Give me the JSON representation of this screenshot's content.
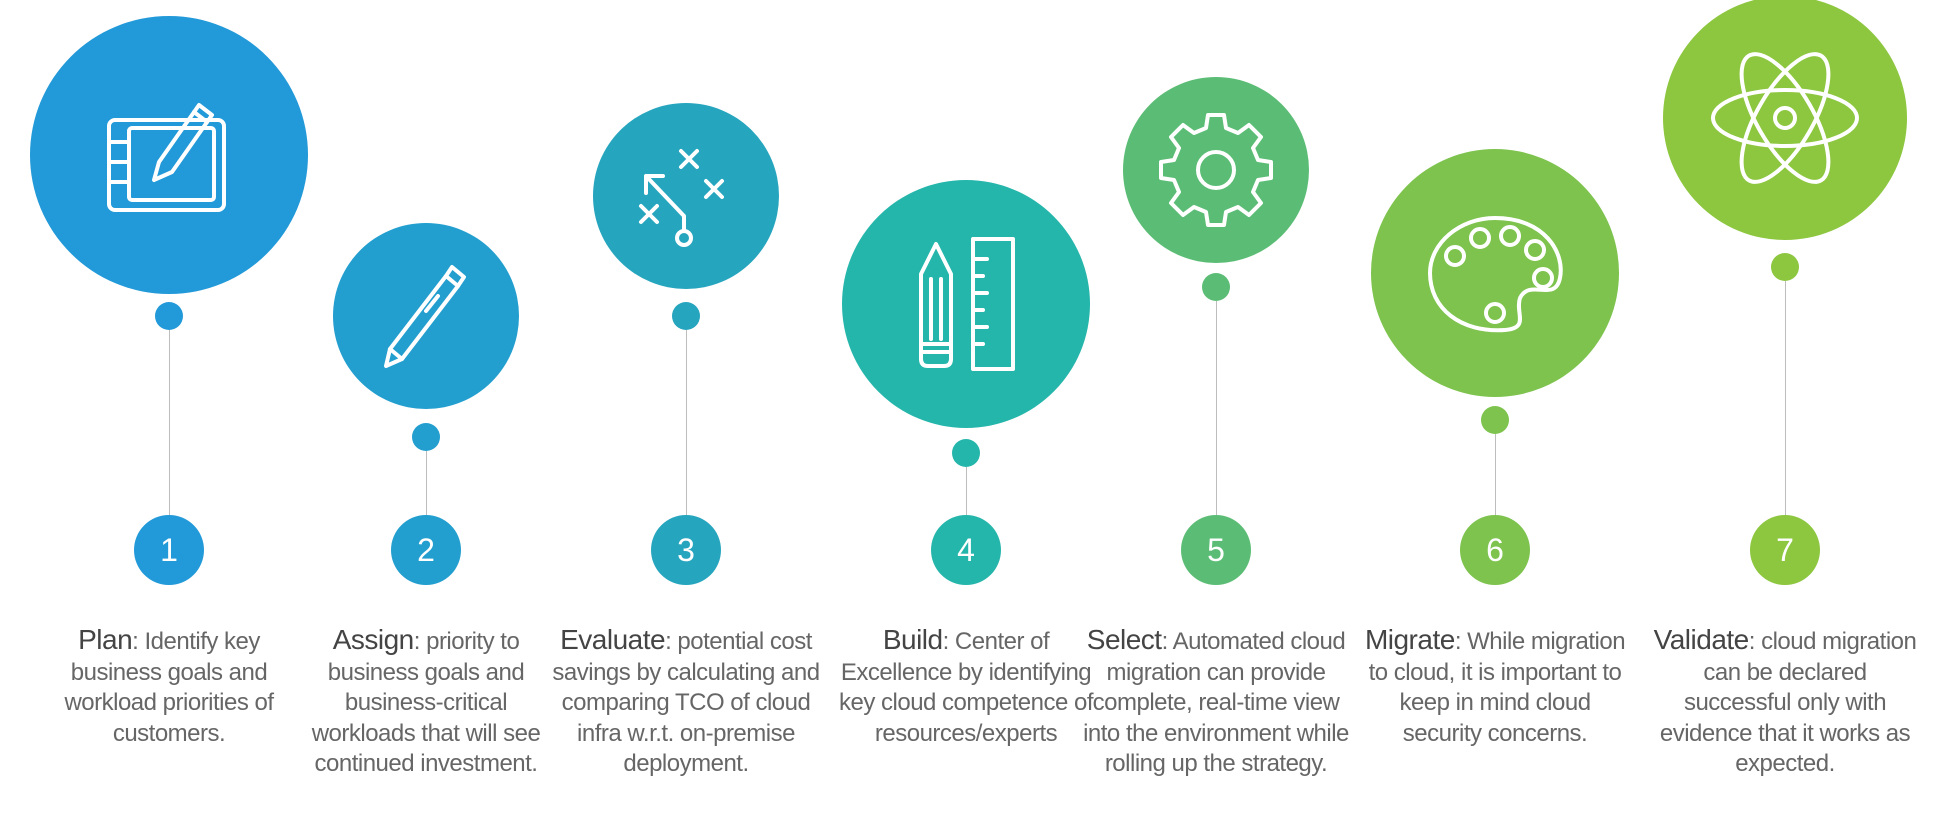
{
  "steps": [
    {
      "number": "1",
      "title": "Plan",
      "colon": ":",
      "text": " Identify key business goals and workload priorities of customers.",
      "icon": "drawing-tablet-icon",
      "color": "#2299d8"
    },
    {
      "number": "2",
      "title": "Assign",
      "colon": ":",
      "text": " priority to business goals and business-critical workloads that will see continued investment.",
      "icon": "pen-icon",
      "color": "#229ecf"
    },
    {
      "number": "3",
      "title": "Evaluate",
      "colon": ":",
      "text": " potential cost savings by calculating and comparing TCO of cloud infra w.r.t. on-premise deployment.",
      "icon": "strategy-play-icon",
      "color": "#26a5be"
    },
    {
      "number": "4",
      "title": "Build",
      "colon": ":",
      "text": " Center of Excellence by identifying key cloud competence of resources/experts",
      "icon": "pencil-ruler-icon",
      "color": "#25b6ab"
    },
    {
      "number": "5",
      "title": "Select",
      "colon": ":",
      "text": " Automated cloud migration can provide complete, real-time view into the environment while rolling up the strategy.",
      "icon": "gear-icon",
      "color": "#5bbd75"
    },
    {
      "number": "6",
      "title": "Migrate",
      "colon": ":",
      "text": " While migration to cloud, it is important to keep in mind cloud security concerns.",
      "icon": "palette-icon",
      "color": "#7dc34d"
    },
    {
      "number": "7",
      "title": "Validate",
      "colon": ":",
      "text": " cloud migration can be declared successful only with evidence that it works as expected.",
      "icon": "atom-icon",
      "color": "#8dc63f"
    }
  ]
}
